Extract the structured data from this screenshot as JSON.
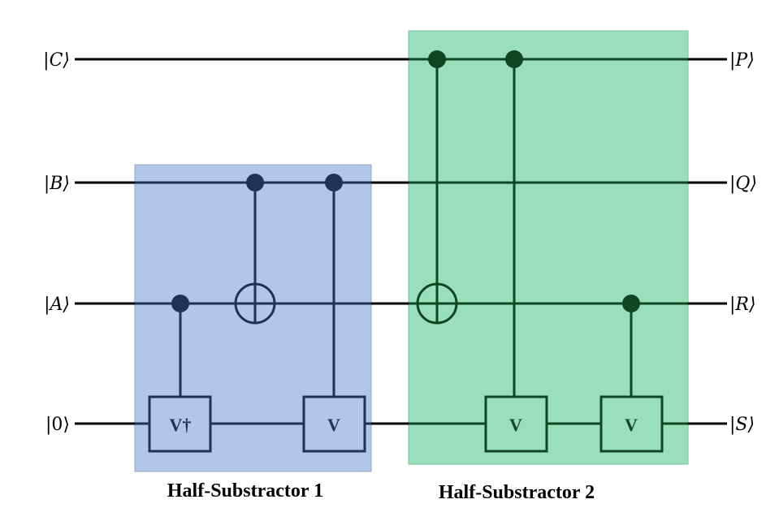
{
  "inputs": {
    "c": "|C⟩",
    "b": "|B⟩",
    "a": "|A⟩",
    "zero": "|0⟩"
  },
  "outputs": {
    "p": "|P⟩",
    "q": "|Q⟩",
    "r": "|R⟩",
    "s": "|S⟩"
  },
  "blocks": {
    "hs1": "Half-Substractor 1",
    "hs2": "Half-Substractor 2"
  },
  "gates": {
    "vdag": "V†",
    "v1": "V",
    "v2": "V",
    "v3": "V"
  },
  "colors": {
    "block1_fill": "#b3c6e7",
    "block2_fill": "#9adfbb",
    "block1_ink": "#1f3354",
    "block2_ink": "#0f4424",
    "wire": "#000000"
  }
}
